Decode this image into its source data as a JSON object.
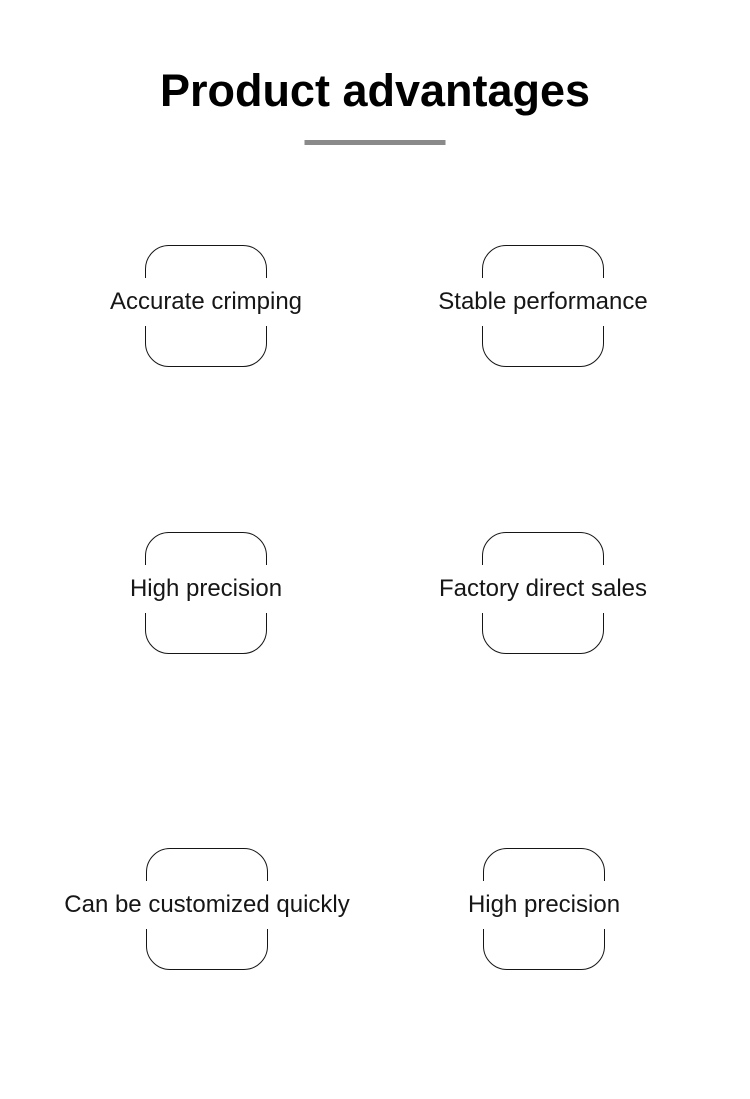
{
  "header": {
    "title": "Product advantages"
  },
  "advantages": {
    "items": [
      {
        "label": "Accurate crimping"
      },
      {
        "label": "Stable performance"
      },
      {
        "label": "High precision"
      },
      {
        "label": "Factory direct sales"
      },
      {
        "label": "Can be customized quickly"
      },
      {
        "label": "High precision"
      }
    ]
  },
  "colors": {
    "background": "#ffffff",
    "text": "#161616",
    "box_border": "#161616",
    "divider": "#8a8a8a",
    "title_text": "#000000"
  }
}
